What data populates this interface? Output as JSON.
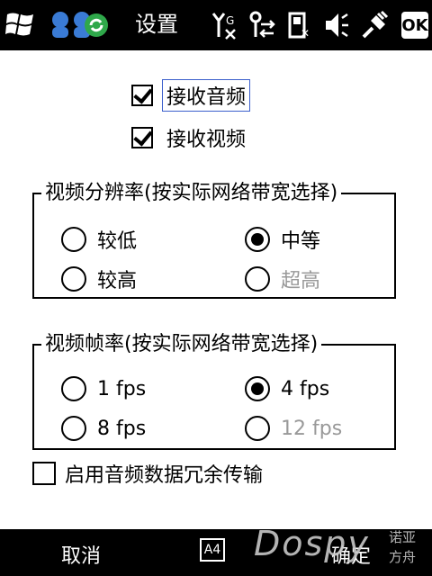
{
  "title_bar": {
    "title": "设置"
  },
  "status_icons": [
    "windows-start-icon",
    "messenger-icon",
    "sync-icon",
    "signal-off-icon",
    "data-sync-icon",
    "cellphone-icon",
    "speaker-icon",
    "power-icon"
  ],
  "ok_label": "OK",
  "checkboxes": [
    {
      "label": "接收音频",
      "checked": true
    },
    {
      "label": "接收视频",
      "checked": true
    }
  ],
  "resolution_group": {
    "legend": "视频分辨率(按实际网络带宽选择)",
    "options": [
      {
        "label": "较低",
        "selected": false,
        "enabled": true
      },
      {
        "label": "中等",
        "selected": true,
        "enabled": true
      },
      {
        "label": "较高",
        "selected": false,
        "enabled": true
      },
      {
        "label": "超高",
        "selected": false,
        "enabled": false
      }
    ]
  },
  "framerate_group": {
    "legend": "视频帧率(按实际网络带宽选择)",
    "options": [
      {
        "label": "1 fps",
        "selected": false,
        "enabled": true
      },
      {
        "label": "4 fps",
        "selected": true,
        "enabled": true
      },
      {
        "label": "8 fps",
        "selected": false,
        "enabled": true
      },
      {
        "label": "12 fps",
        "selected": false,
        "enabled": false
      }
    ]
  },
  "redundancy_checkbox": {
    "label": "启用音频数据冗余传输",
    "checked": false
  },
  "softkeys": {
    "left": "取消",
    "right": "确定",
    "input_mode": "A4"
  },
  "watermark": {
    "main": "Dospy",
    "side_line1": "诺亚",
    "side_line2": "方舟"
  }
}
